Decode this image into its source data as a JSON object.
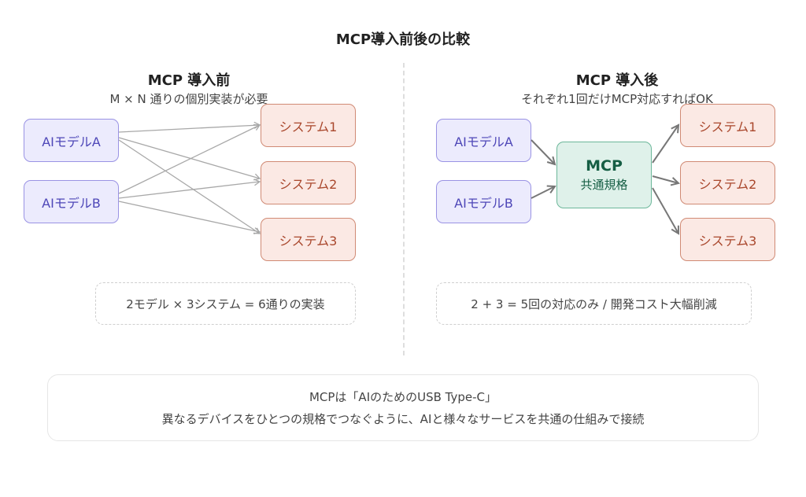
{
  "title": "MCP導入前後の比較",
  "before": {
    "title": "MCP 導入前",
    "subtitle": "M × N 通りの個別実装が必要",
    "models": [
      "AIモデルA",
      "AIモデルB"
    ],
    "systems": [
      "システム1",
      "システム2",
      "システム3"
    ],
    "note": "2モデル × 3システム = 6通りの実装"
  },
  "after": {
    "title": "MCP 導入後",
    "subtitle": "それぞれ1回だけMCP対応すればOK",
    "models": [
      "AIモデルA",
      "AIモデルB"
    ],
    "hub": {
      "name": "MCP",
      "subtitle": "共通規格"
    },
    "systems": [
      "システム1",
      "システム2",
      "システム3"
    ],
    "note": "2 + 3 = 5回の対応のみ / 開発コスト大幅削減"
  },
  "footer": {
    "line1": "MCPは「AIのためのUSB Type-C」",
    "line2": "異なるデバイスをひとつの規格でつなぐように、AIと様々なサービスを共通の仕組みで接続"
  },
  "colors": {
    "model_fill": "#ecebfd",
    "model_stroke": "#9a93e4",
    "model_text": "#4e47b8",
    "system_fill": "#fbe9e4",
    "system_stroke": "#d08a74",
    "system_text": "#a9472c",
    "mcp_fill": "#dff1ea",
    "mcp_stroke": "#6cb79a",
    "mcp_text": "#155e44",
    "edge_before": "#a8a8a8",
    "edge_after": "#777777"
  }
}
